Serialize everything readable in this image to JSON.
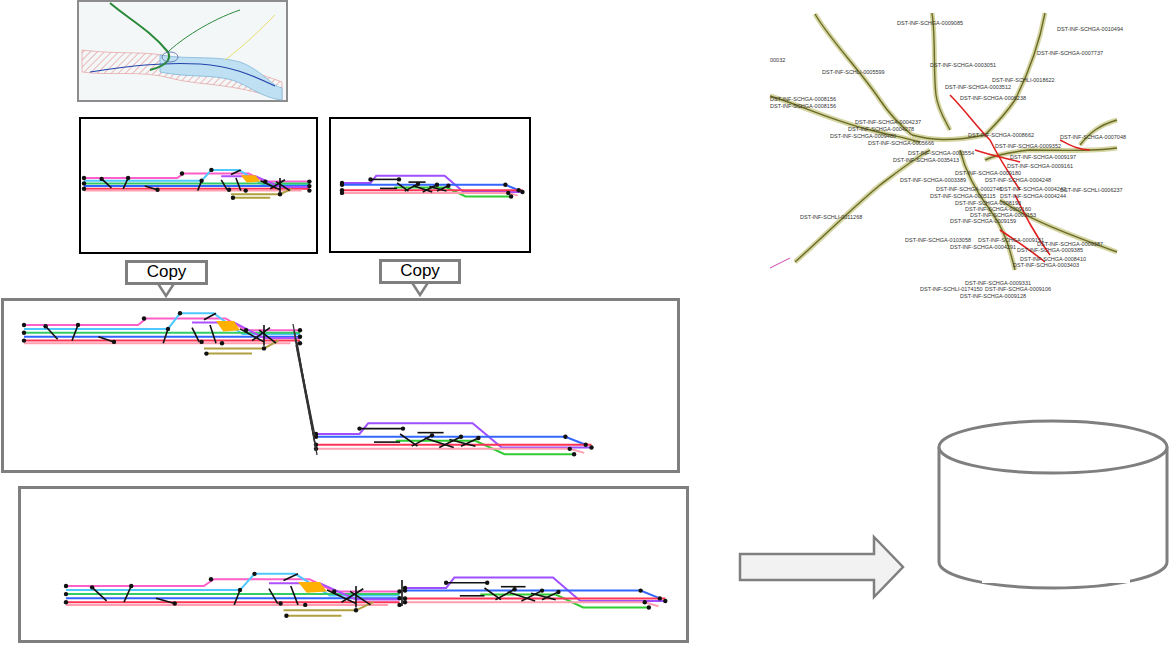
{
  "diagram": {
    "nodes": [
      {
        "text": [
          "Copy"
        ]
      },
      {
        "text": [
          "Copy"
        ]
      }
    ],
    "labels": [
      "DST-INF-SCHGA-0009085",
      "DST-INF-SCHGA-0010494",
      "DST-INF-SCHGA-0007737",
      "00032",
      "DST-INF-SCHLI-0005599",
      "DST-INF-SCHGA-0003051",
      "DST-INF-SCHLI-0018622",
      "DST-INF-SCHGA-0003512",
      "DST-INF-SCHGA-0006238",
      "DST-INF-SCHGA-0008156",
      "DST-INF-SCHGA-0008156",
      "DST-INF-SCHGA-0004237",
      "DST-INF-SCHGA-0004278",
      "DST-INF-SCHGA-0009480",
      "DST-INF-SCHGA-0008662",
      "DST-INF-SCHGA-0007048",
      "DST-INF-SCHGA-0005666",
      "DST-INF-SCHGA-0009352",
      "DST-INF-SCHGA-0003554",
      "DST-INF-SCHGA-0009197",
      "DST-INF-SCHGA-0035413",
      "DST-INF-SCHGA-0009161",
      "DST-INF-SCHGA-0009180",
      "DST-INF-SCHGA-0003389",
      "DST-INF-SCHGA-0004248",
      "DST-INF-SCHGA-0002746",
      "DST-INF-SCHGA-0004242",
      "DST-INF-SCHLI-0006237",
      "DST-INF-SCHGA-0005115",
      "DST-INF-SCHGA-0004244",
      "DST-INF-SCHGA-0008193",
      "DST-INF-SCHGA-0009160",
      "DST-INF-SCHLI-0011268",
      "DST-INF-SCHGA-0009153",
      "DST-INF-SCHGA-0009159",
      "DST-INF-SCHGA-0103058",
      "DST-INF-SCHGA-0009151",
      "DST-INF-SCHGA-0009387",
      "DST-INF-SCHGA-0004291",
      "DST-INF-SCHGA-0009385",
      "DST-INF-SCHGA-0008410",
      "DST-INF-SCHGA-0003403",
      "DST-INF-SCHGA-0009331",
      "DST-INF-SCHLI-0174150",
      "DST-INF-SCHGA-0009106",
      "DST-INF-SCHGA-0009128"
    ]
  }
}
